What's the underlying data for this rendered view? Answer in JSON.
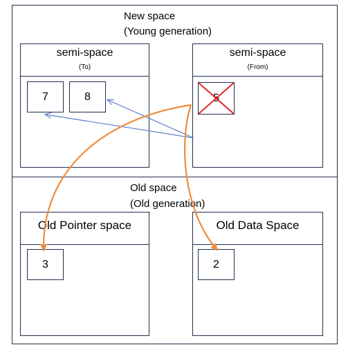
{
  "new_space": {
    "title": "New space",
    "subtitle": "(Young generation)"
  },
  "old_space": {
    "title": "Old space",
    "subtitle": "(Old generation)"
  },
  "semi_to": {
    "title": "semi-space",
    "sub": "(To)",
    "objects": [
      "7",
      "8"
    ]
  },
  "semi_from": {
    "title": "semi-space",
    "sub": "(From)",
    "objects": [
      "5"
    ]
  },
  "old_pointer": {
    "title": "Old Pointer space",
    "objects": [
      "3"
    ]
  },
  "old_data": {
    "title": "Old Data Space",
    "objects": [
      "2"
    ]
  },
  "colors": {
    "border": "#1f2d4a",
    "blue_arrow": "#5b7fc7",
    "orange_arrow": "#f08a3c",
    "cross": "#e0242b"
  }
}
